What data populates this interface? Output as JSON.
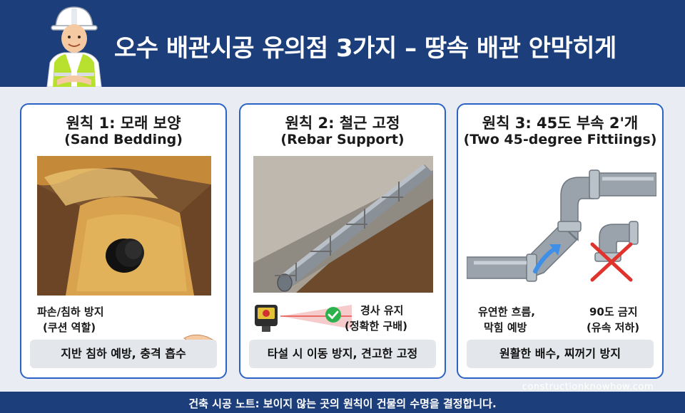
{
  "header": {
    "title": "오수 배관시공 유의점 3가지 – 땅속 배관 안막히게"
  },
  "cards": [
    {
      "title": "원칙 1: 모래 보양",
      "subtitle": "(Sand Bedding)",
      "note_line1": "파손/침하 방지",
      "note_line2": "(쿠션 역할)",
      "summary": "지반 침하 예방, 충격 흡수"
    },
    {
      "title": "원칙 2: 철근 고정",
      "subtitle": "(Rebar Support)",
      "note_line1": "경사 유지",
      "note_line2": "(정확한 구배)",
      "summary": "타설 시 이동 방지, 견고한 고정"
    },
    {
      "title": "원칙 3: 45도 부속 2'개",
      "subtitle": "(Two 45-degree Fittiings)",
      "note_left_line1": "유연한 흐름,",
      "note_left_line2": "막힘 예방",
      "note_right_line1": "90도 금지",
      "note_right_line2": "(유속 저하)",
      "summary": "원활한 배수, 찌꺼기 방지"
    }
  ],
  "footer": {
    "text": "건축 시공 노트: 보이지  않는 곳의 원칙이 건물의 수명을 결정합니다.",
    "watermark": "constructionknowhow.com"
  },
  "colors": {
    "header_bg": "#1c3f7b",
    "card_border": "#2b62c4",
    "check_green": "#2bb24c",
    "cross_red": "#e0332d",
    "flow_arrow": "#3d8fe8"
  },
  "icons": [
    "worker-avatar",
    "sand-hand-icon",
    "laser-level-icon",
    "check-icon",
    "flow-arrow-icon",
    "cross-icon"
  ]
}
